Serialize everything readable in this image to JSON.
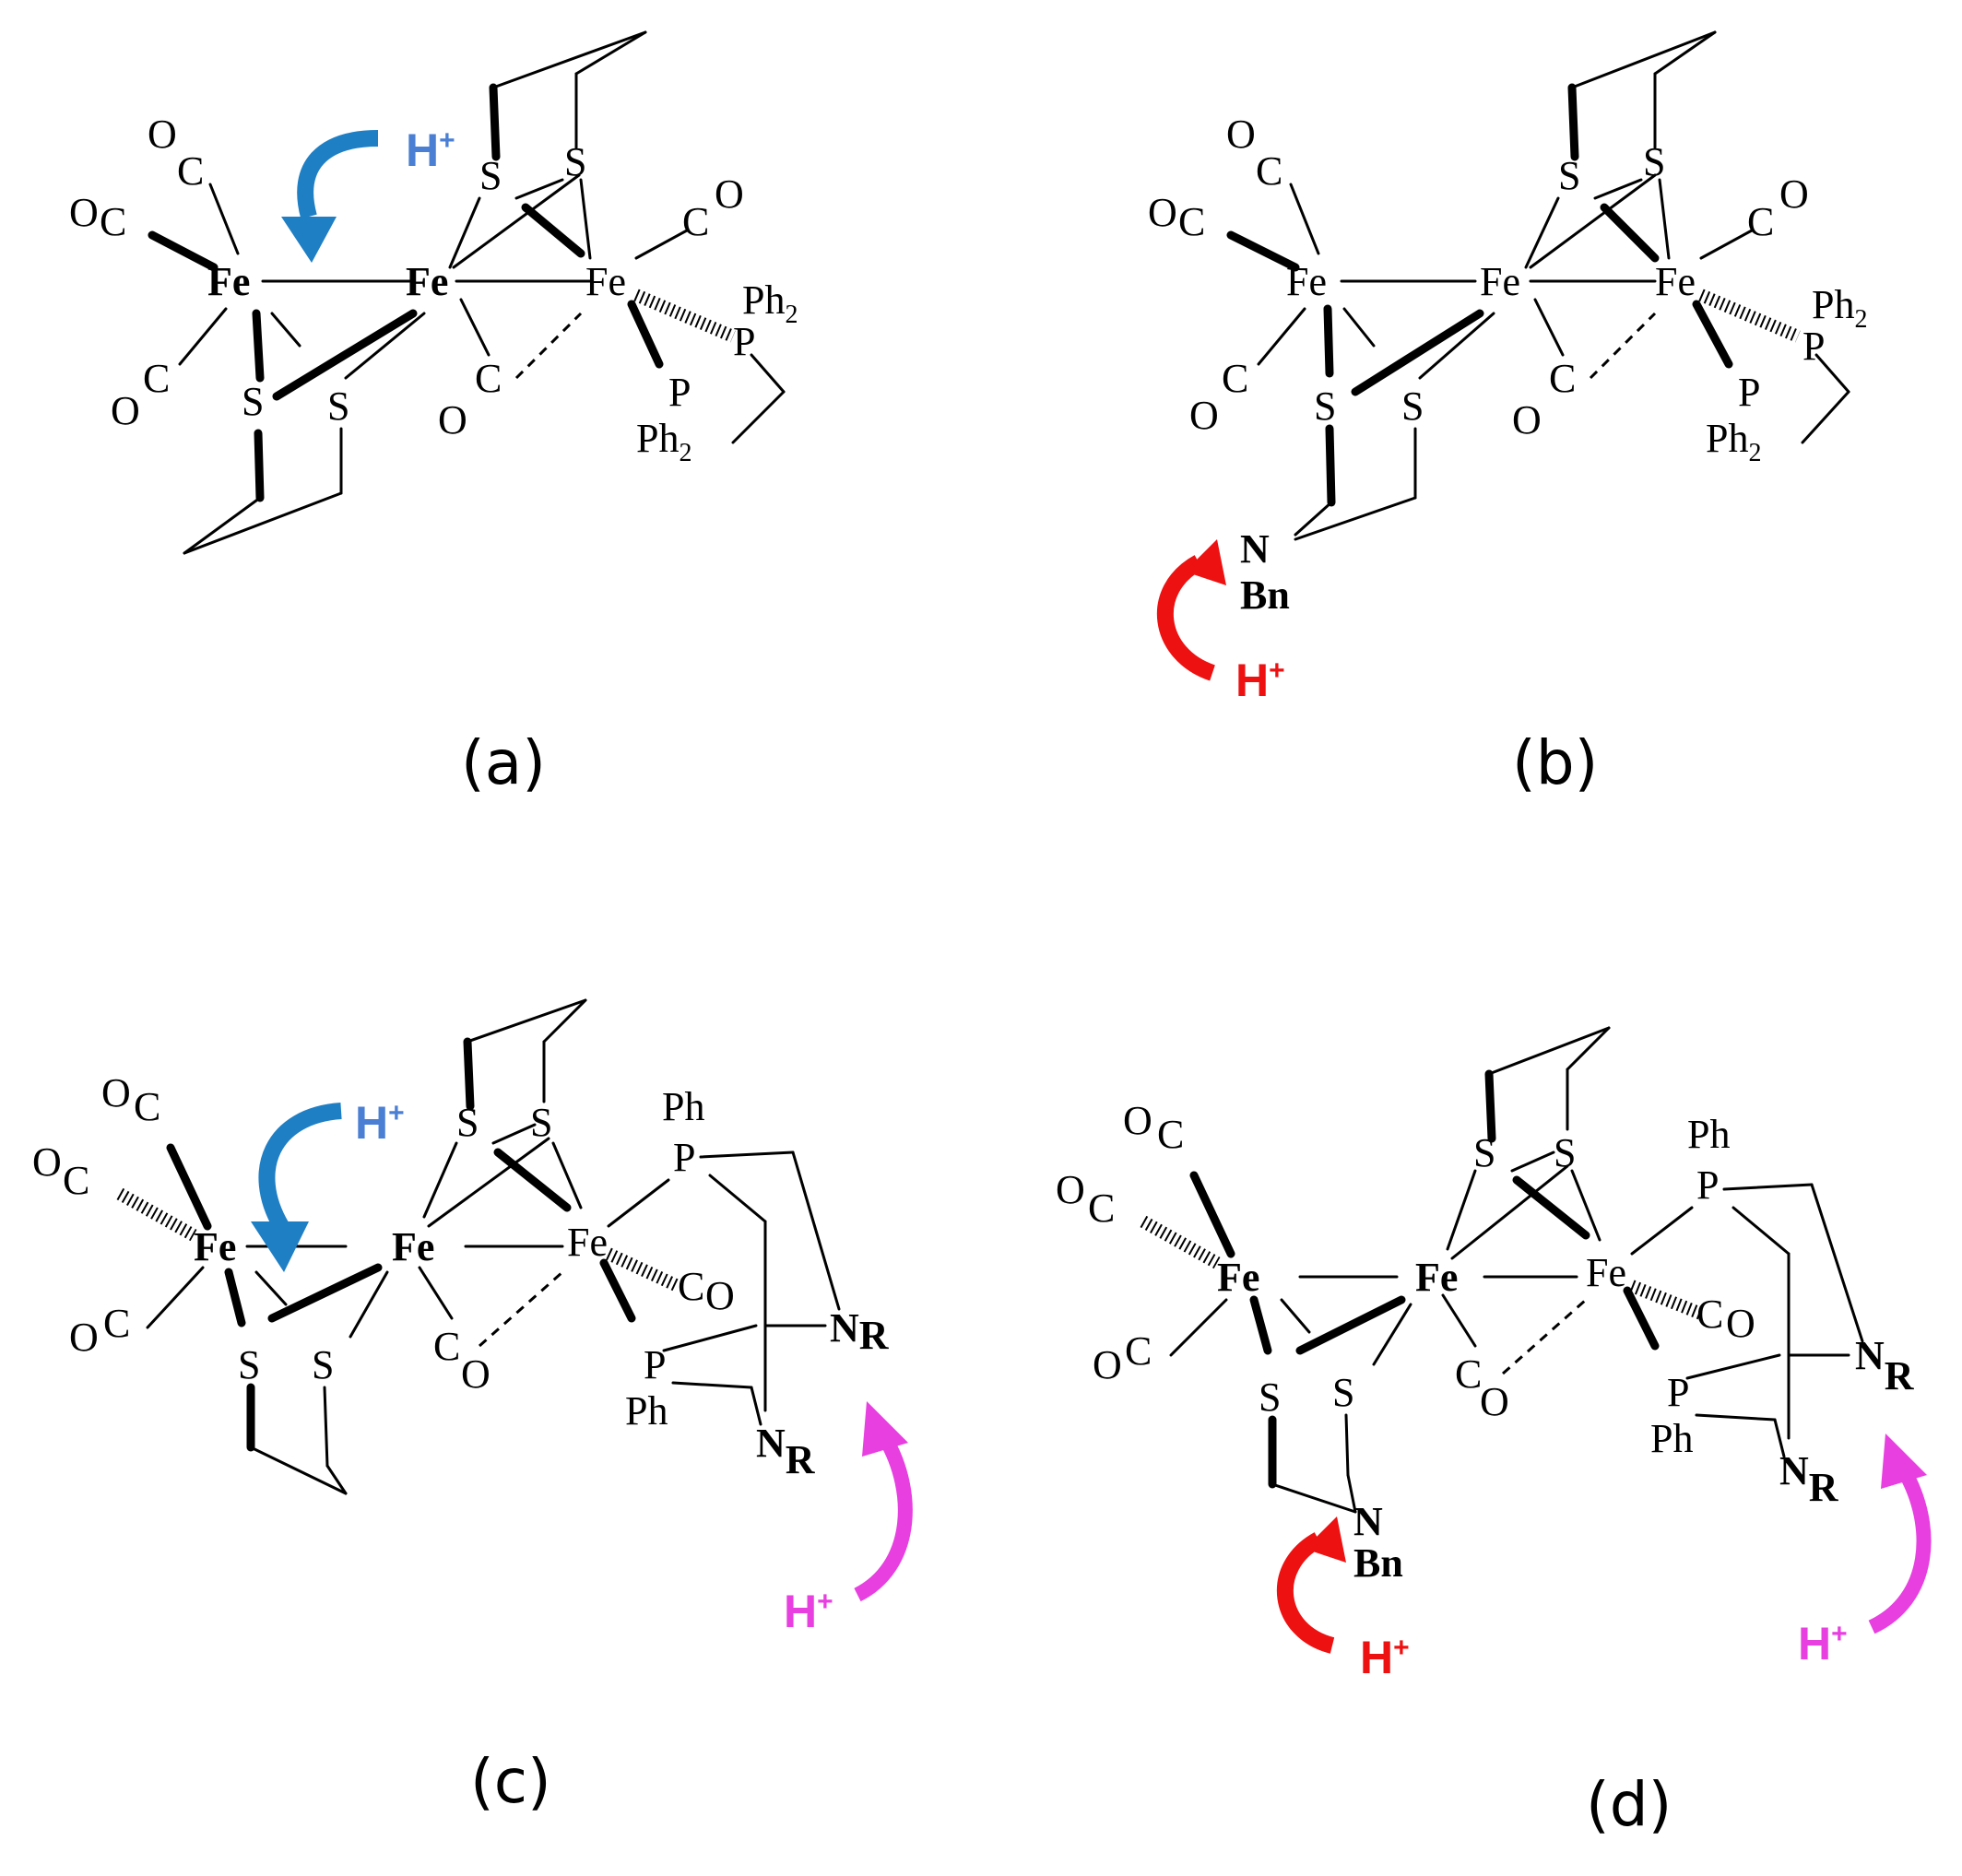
{
  "panels": {
    "a": {
      "caption": "(a)",
      "h_plus": "H",
      "h_plus_sup": "+",
      "fe_left": "Fe",
      "fe_mid": "Fe",
      "fe_right": "Fe",
      "s1": "S",
      "s2": "S",
      "s3": "S",
      "s4": "S",
      "oc_top_o": "O",
      "oc_top_c": "C",
      "oc_left_o": "O",
      "oc_left_c": "C",
      "oc_low_o": "O",
      "oc_low_c": "C",
      "co_bridge_c": "C",
      "co_bridge_o": "O",
      "co_right_c": "C",
      "co_right_o": "O",
      "p_upper": "P",
      "p_upper_ph": "Ph",
      "p_upper_sub": "2",
      "p_lower": "P",
      "p_lower_ph": "Ph",
      "p_lower_sub": "2"
    },
    "b": {
      "caption": "(b)",
      "h_plus": "H",
      "h_plus_sup": "+",
      "fe_left": "Fe",
      "fe_mid": "Fe",
      "fe_right": "Fe",
      "s1": "S",
      "s2": "S",
      "s3": "S",
      "s4": "S",
      "n": "N",
      "bn": "Bn",
      "oc_top_o": "O",
      "oc_top_c": "C",
      "oc_left_o": "O",
      "oc_left_c": "C",
      "oc_low_o": "O",
      "oc_low_c": "C",
      "co_bridge_c": "C",
      "co_bridge_o": "O",
      "co_right_c": "C",
      "co_right_o": "O",
      "p_upper": "P",
      "p_upper_ph": "Ph",
      "p_upper_sub": "2",
      "p_lower": "P",
      "p_lower_ph": "Ph",
      "p_lower_sub": "2"
    },
    "c": {
      "caption": "(c)",
      "h_plus_blue": "H",
      "h_plus_blue_sup": "+",
      "h_plus_pink": "H",
      "h_plus_pink_sup": "+",
      "fe_left": "Fe",
      "fe_mid": "Fe",
      "fe_right": "Fe",
      "s1": "S",
      "s2": "S",
      "s3": "S",
      "s4": "S",
      "oc_top_o": "O",
      "oc_top_c": "C",
      "oc_left_o": "O",
      "oc_left_c": "C",
      "oc_low_o": "O",
      "oc_low_c": "C",
      "co_bridge_c": "C",
      "co_bridge_o": "O",
      "co_right_c": "C",
      "co_right_o": "O",
      "p_upper": "P",
      "p_upper_ph": "Ph",
      "p_lower": "P",
      "p_lower_ph": "Ph",
      "nr1_n": "N",
      "nr1_r": "R",
      "nr2_n": "N",
      "nr2_r": "R"
    },
    "d": {
      "caption": "(d)",
      "h_plus_red": "H",
      "h_plus_red_sup": "+",
      "h_plus_pink": "H",
      "h_plus_pink_sup": "+",
      "fe_left": "Fe",
      "fe_mid": "Fe",
      "fe_right": "Fe",
      "s1": "S",
      "s2": "S",
      "s3": "S",
      "s4": "S",
      "n": "N",
      "bn": "Bn",
      "oc_top_o": "O",
      "oc_top_c": "C",
      "oc_left_o": "O",
      "oc_left_c": "C",
      "oc_low_o": "O",
      "oc_low_c": "C",
      "co_bridge_c": "C",
      "co_bridge_o": "O",
      "co_right_c": "C",
      "co_right_o": "O",
      "p_upper": "P",
      "p_upper_ph": "Ph",
      "p_lower": "P",
      "p_lower_ph": "Ph",
      "nr1_n": "N",
      "nr1_r": "R",
      "nr2_n": "N",
      "nr2_r": "R"
    }
  },
  "colors": {
    "black": "#000000",
    "fe_blue": "#1010e0",
    "arrow_blue": "#1f7fc4",
    "hplus_blue": "#4a7fd4",
    "red": "#ee1111",
    "pink": "#e83fe0",
    "magenta_text": "#ee22ee"
  }
}
